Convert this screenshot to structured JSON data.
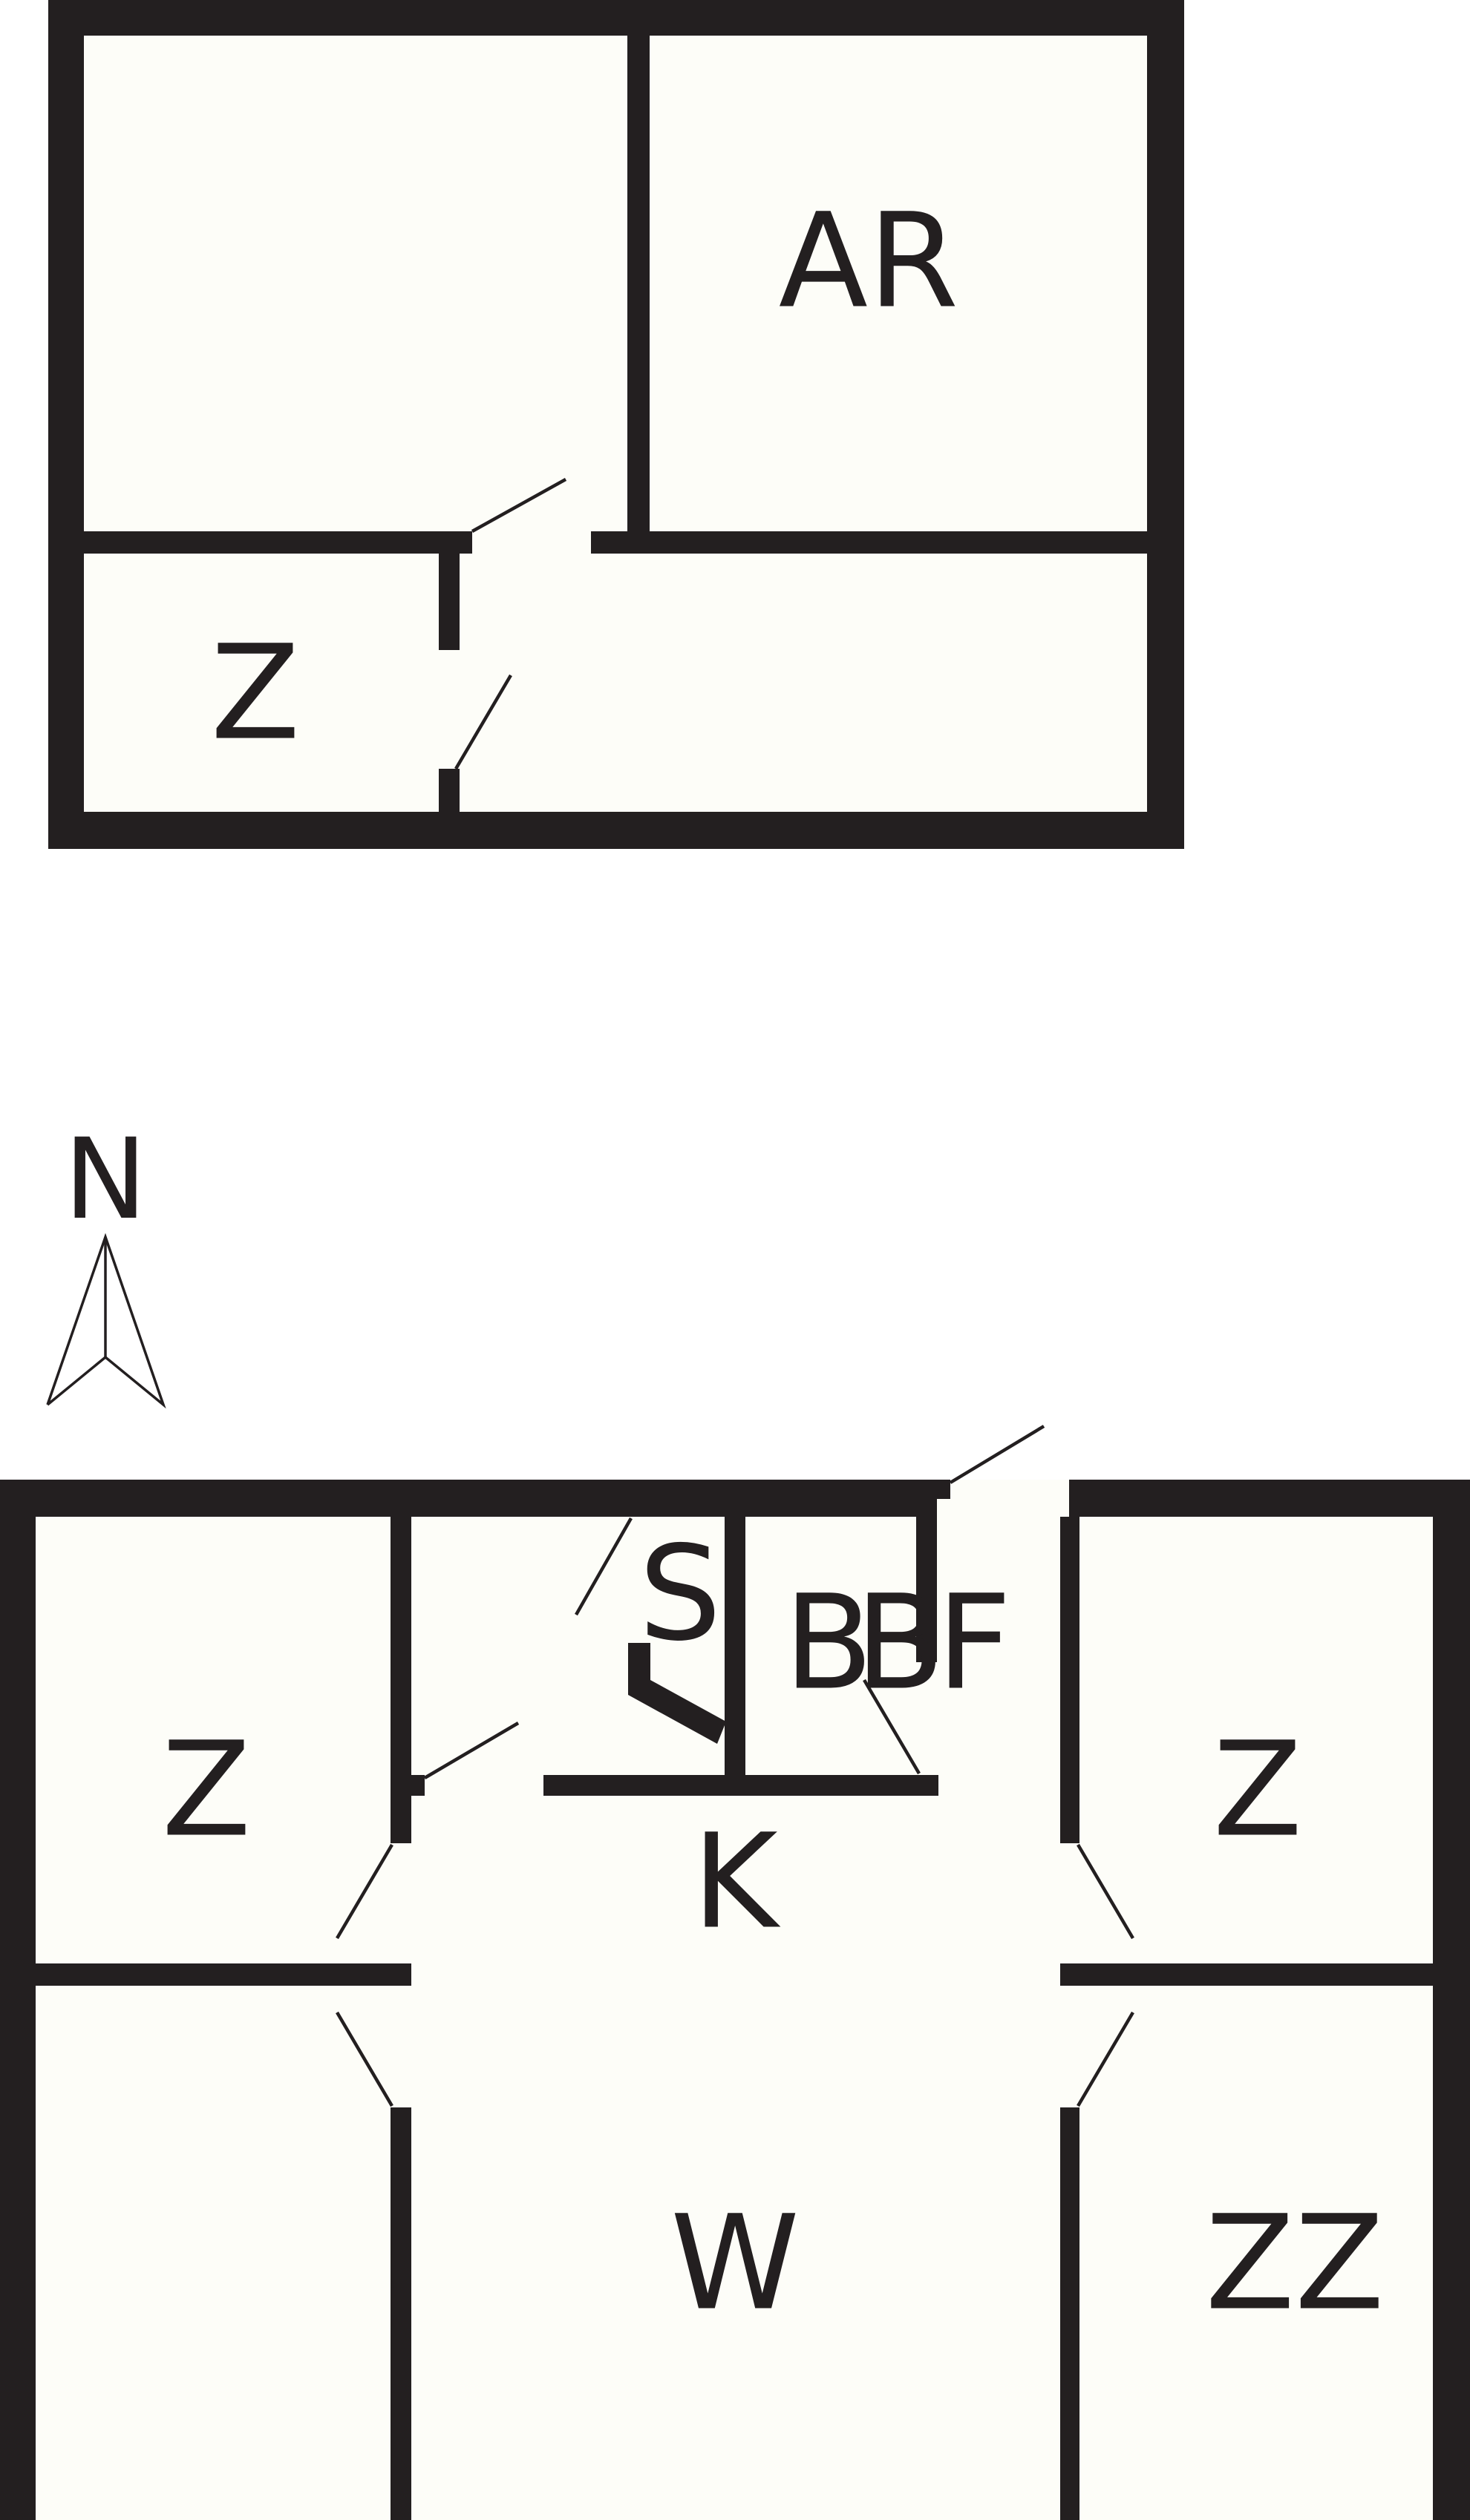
{
  "compass": {
    "label": "N"
  },
  "upper_floor": {
    "rooms": [
      {
        "id": "ar",
        "label": "AR"
      },
      {
        "id": "z",
        "label": "Z"
      }
    ]
  },
  "ground_floor": {
    "rooms": [
      {
        "id": "z-west",
        "label": "Z"
      },
      {
        "id": "s",
        "label": "S"
      },
      {
        "id": "b1",
        "label": "B"
      },
      {
        "id": "b2",
        "label": "B"
      },
      {
        "id": "f",
        "label": "F"
      },
      {
        "id": "z-east",
        "label": "Z"
      },
      {
        "id": "k",
        "label": "K"
      },
      {
        "id": "w",
        "label": "W"
      },
      {
        "id": "zz",
        "label": "ZZ"
      }
    ]
  },
  "colors": {
    "wall": "#231f20",
    "floor": "#fdfdf8",
    "background": "#ffffff"
  }
}
